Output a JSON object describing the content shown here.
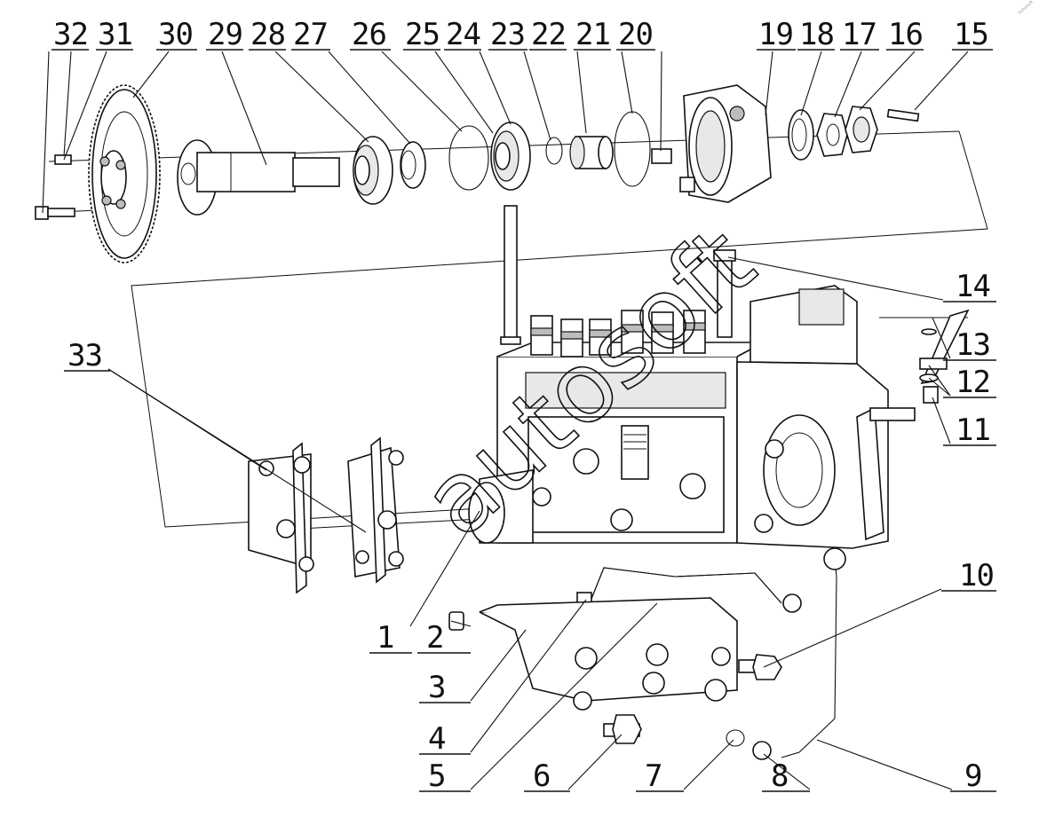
{
  "labels": [
    "1",
    "2",
    "3",
    "4",
    "5",
    "6",
    "7",
    "8",
    "9",
    "10",
    "11",
    "12",
    "13",
    "14",
    "15",
    "16",
    "17",
    "18",
    "19",
    "20",
    "21",
    "22",
    "23",
    "24",
    "25",
    "26",
    "27",
    "28",
    "29",
    "30",
    "31",
    "32",
    "33"
  ],
  "watermark": "autosoft",
  "corner_mark": "autosoft"
}
